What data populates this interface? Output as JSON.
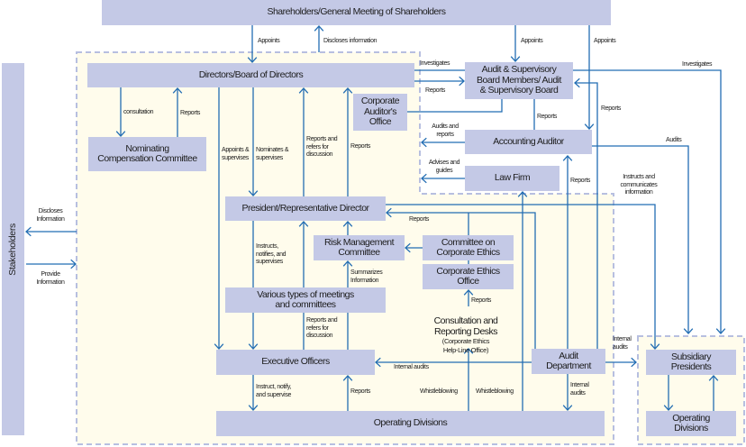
{
  "colors": {
    "box_fill": "#c4c9e6",
    "connector": "#226db3",
    "region_fill": "#fffcec",
    "region_border": "#b7bfe0"
  },
  "boxes": {
    "shareholders": "Shareholders/General Meeting of Shareholders",
    "stakeholders": "Stakeholders",
    "directors": "Directors/Board of Directors",
    "nominating": "Nominating\nCompensation Committee",
    "corporate_auditors_office": "Corporate\nAuditor's\nOffice",
    "audit_supervisory_board": "Audit & Supervisory\nBoard Members/ Audit\n& Supervisory Board",
    "accounting_auditor": "Accounting Auditor",
    "law_firm": "Law Firm",
    "president": "President/Representative Director",
    "risk_management": "Risk Management\nCommittee",
    "committee_ethics": "Committee on\nCorporate Ethics",
    "ethics_office": "Corporate Ethics\nOffice",
    "various_meetings": "Various types of meetings\nand committees",
    "consultation_desks": "Consultation and\nReporting Desks",
    "consultation_desks_sub": "(Corporate Ethics\nHelp-Line Office)",
    "executive_officers": "Executive Officers",
    "audit_department": "Audit\nDepartment",
    "operating_divisions": "Operating Divisions",
    "subsidiary_presidents": "Subsidiary\nPresidents",
    "subsidiary_operating_divisions": "Operating\nDivisions"
  },
  "labels": {
    "appoints_directors": "Appoints",
    "discloses_to_shareholders": "Discloses information",
    "appoints_audit_board": "Appoints",
    "appoints_accounting_auditor": "Appoints",
    "investigates_directors": "Investigates",
    "reports_to_audit_board": "Reports",
    "investigates_subsidiaries": "Investigates",
    "reports_board_to_auditor": "Reports",
    "reports_auditdept_to_board": "Reports",
    "audits_and_reports": "Audits and\nreports",
    "audits_subsidiaries": "Audits",
    "advises_and_guides": "Advises and\nguides",
    "reports_auditdept_to_accounting": "Reports",
    "instructs_communicates": "Instructs and\ncommunicates\ninformation",
    "consultation": "consultation",
    "reports_nominating": "Reports",
    "appoints_supervises": "Appoints &\nsupervises",
    "nominates_supervises": "Nominates &\nsupervises",
    "reports_refers_president": "Reports and\nrefers for\ndiscussion",
    "reports_president_directors": "Reports",
    "discloses_stakeholders": "Discloses\nInformation",
    "provide_information": "Provide\nInformation",
    "reports_to_president": "Reports",
    "instructs_notifies": "Instructs,\nnotifies, and\nsupervises",
    "summarizes_information": "Summarizes\nInformation",
    "reports_desks": "Reports",
    "reports_refers_exec": "Reports and\nrefers for\ndiscussion",
    "internal_audits_exec": "Internal audits",
    "instruct_notify_supervise": "Instruct, notify,\nand supervise",
    "reports_opdiv_exec": "Reports",
    "whistleblowing_desks": "Whistleblowing",
    "whistleblowing_lawfirm": "Whistleblowing",
    "internal_audits_opdiv": "Internal\naudits",
    "internal_audits_subsidiary": "Internal\naudits"
  }
}
